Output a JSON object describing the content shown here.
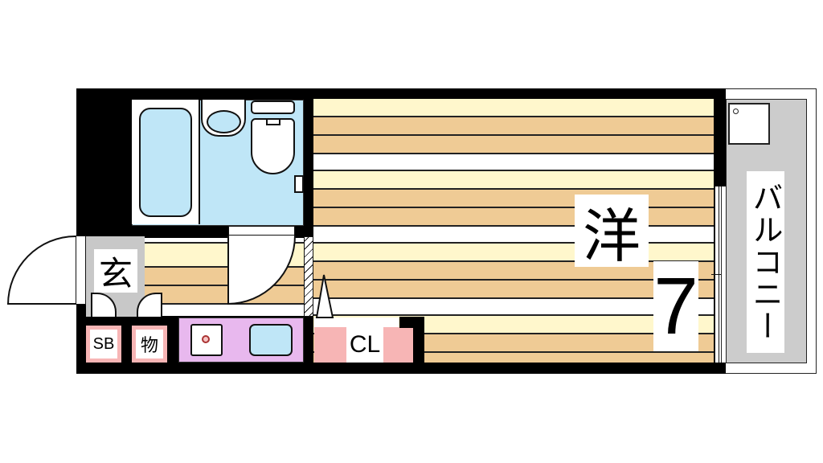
{
  "floorplan": {
    "rooms": {
      "western_room": {
        "label": "洋",
        "size": "7"
      },
      "entrance": {
        "label": "玄"
      },
      "shoe_box": {
        "label": "SB"
      },
      "storage": {
        "label": "物"
      },
      "closet": {
        "label": "CL"
      },
      "balcony": {
        "label": "バルコニー"
      }
    },
    "colors": {
      "wall": "#000000",
      "floor_cream": "#fff7cc",
      "floor_tan": "#efcb95",
      "bath": "#bfe6f7",
      "kitchen": "#e8b8ee",
      "storage_pink": "#f7b5b5",
      "entrance_gray": "#c8c8c8",
      "balcony_gray": "#cccccc"
    }
  }
}
